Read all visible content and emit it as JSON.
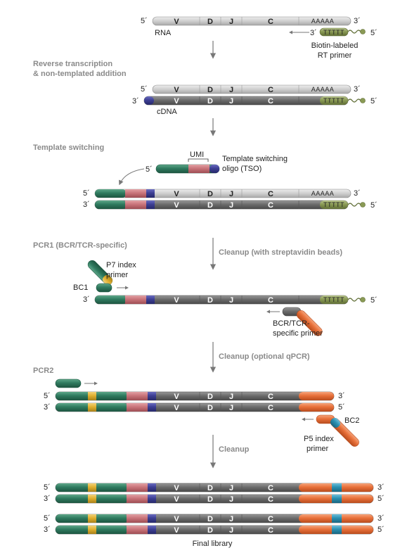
{
  "ends": {
    "five": "5´",
    "three": "3´"
  },
  "segments": {
    "v": "V",
    "d": "D",
    "j": "J",
    "c": "C"
  },
  "polyA": "AAAAA",
  "polyT": "TTTTT",
  "labels": {
    "rna": "RNA",
    "cdna": "cDNA",
    "rt_primer": [
      "Biotin-labeled",
      "RT primer"
    ],
    "umi": "UMI",
    "tso": [
      "Template switching",
      "oligo (TSO)"
    ],
    "p7": [
      "P7 index",
      "primer"
    ],
    "bc1": "BC1",
    "bcr_primer": [
      "BCR/TCR-",
      "specific primer"
    ],
    "bc2": "BC2",
    "p5": [
      "P5 index",
      "primer"
    ],
    "final": "Final library"
  },
  "steps": {
    "rt": [
      "Reverse transcription",
      "& non-templated addition"
    ],
    "ts": "Template switching",
    "pcr1": "PCR1 (BCR/TCR-specific)",
    "cleanup1": "Cleanup (with streptavidin beads)",
    "pcr2": "PCR2",
    "cleanup2": "Cleanup (optional qPCR)",
    "cleanup3": "Cleanup"
  },
  "colors": {
    "rna_light": "#cfcfcf",
    "dna_dark": "#6f6f6f",
    "green_primer": "#2f7a5f",
    "pink_umi": "#c9747a",
    "blue_cap": "#3d3f94",
    "olive_polyT": "#8a9a55",
    "orange_primer": "#e8703a",
    "yellow_bc1": "#e0b030",
    "cyan_bc2": "#2a8fb0",
    "arrow_gray": "#777777"
  }
}
